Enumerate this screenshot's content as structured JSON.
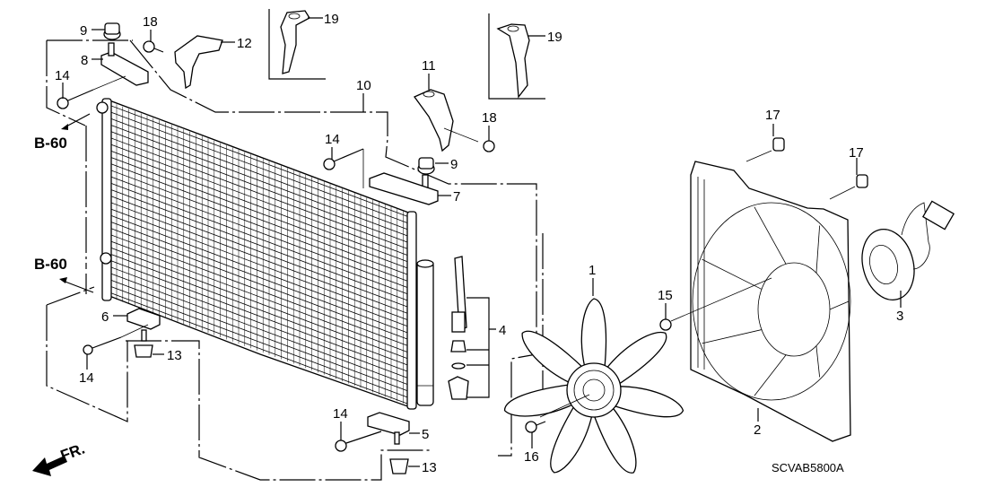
{
  "diagram": {
    "title": "A/C Condenser & Cooling Fan Assembly",
    "code": "SCVAB5800A",
    "front_indicator": "FR.",
    "references": [
      {
        "id": "ref-top",
        "label": "B-60"
      },
      {
        "id": "ref-bottom",
        "label": "B-60"
      }
    ],
    "callouts": [
      {
        "id": "c1",
        "label": "1",
        "part": "fan"
      },
      {
        "id": "c2",
        "label": "2",
        "part": "shroud"
      },
      {
        "id": "c3",
        "label": "3",
        "part": "fan-motor"
      },
      {
        "id": "c4",
        "label": "4",
        "part": "receiver-dryer-kit"
      },
      {
        "id": "c5",
        "label": "5",
        "part": "lower-bracket-right"
      },
      {
        "id": "c6",
        "label": "6",
        "part": "lower-bracket-left"
      },
      {
        "id": "c7",
        "label": "7",
        "part": "upper-bracket-right"
      },
      {
        "id": "c8",
        "label": "8",
        "part": "upper-bracket-left"
      },
      {
        "id": "c9a",
        "label": "9",
        "part": "upper-mount-cushion-left"
      },
      {
        "id": "c9b",
        "label": "9",
        "part": "upper-mount-cushion-right"
      },
      {
        "id": "c10",
        "label": "10",
        "part": "condenser"
      },
      {
        "id": "c11",
        "label": "11",
        "part": "mount-bracket-right"
      },
      {
        "id": "c12",
        "label": "12",
        "part": "mount-bracket-left"
      },
      {
        "id": "c13a",
        "label": "13",
        "part": "lower-cushion-left"
      },
      {
        "id": "c13b",
        "label": "13",
        "part": "lower-cushion-right"
      },
      {
        "id": "c14a",
        "label": "14",
        "part": "bolt-upper-left"
      },
      {
        "id": "c14b",
        "label": "14",
        "part": "bolt-upper-center"
      },
      {
        "id": "c14c",
        "label": "14",
        "part": "bolt-lower-left"
      },
      {
        "id": "c14d",
        "label": "14",
        "part": "bolt-lower-right"
      },
      {
        "id": "c15",
        "label": "15",
        "part": "shroud-bolt"
      },
      {
        "id": "c16",
        "label": "16",
        "part": "fan-bolt"
      },
      {
        "id": "c17a",
        "label": "17",
        "part": "shroud-mount-bolt-left"
      },
      {
        "id": "c17b",
        "label": "17",
        "part": "shroud-mount-bolt-right"
      },
      {
        "id": "c18a",
        "label": "18",
        "part": "bracket-bolt-left"
      },
      {
        "id": "c18b",
        "label": "18",
        "part": "bracket-bolt-right"
      },
      {
        "id": "c19a",
        "label": "19",
        "part": "alt-bracket-left"
      },
      {
        "id": "c19b",
        "label": "19",
        "part": "alt-bracket-right"
      }
    ]
  }
}
